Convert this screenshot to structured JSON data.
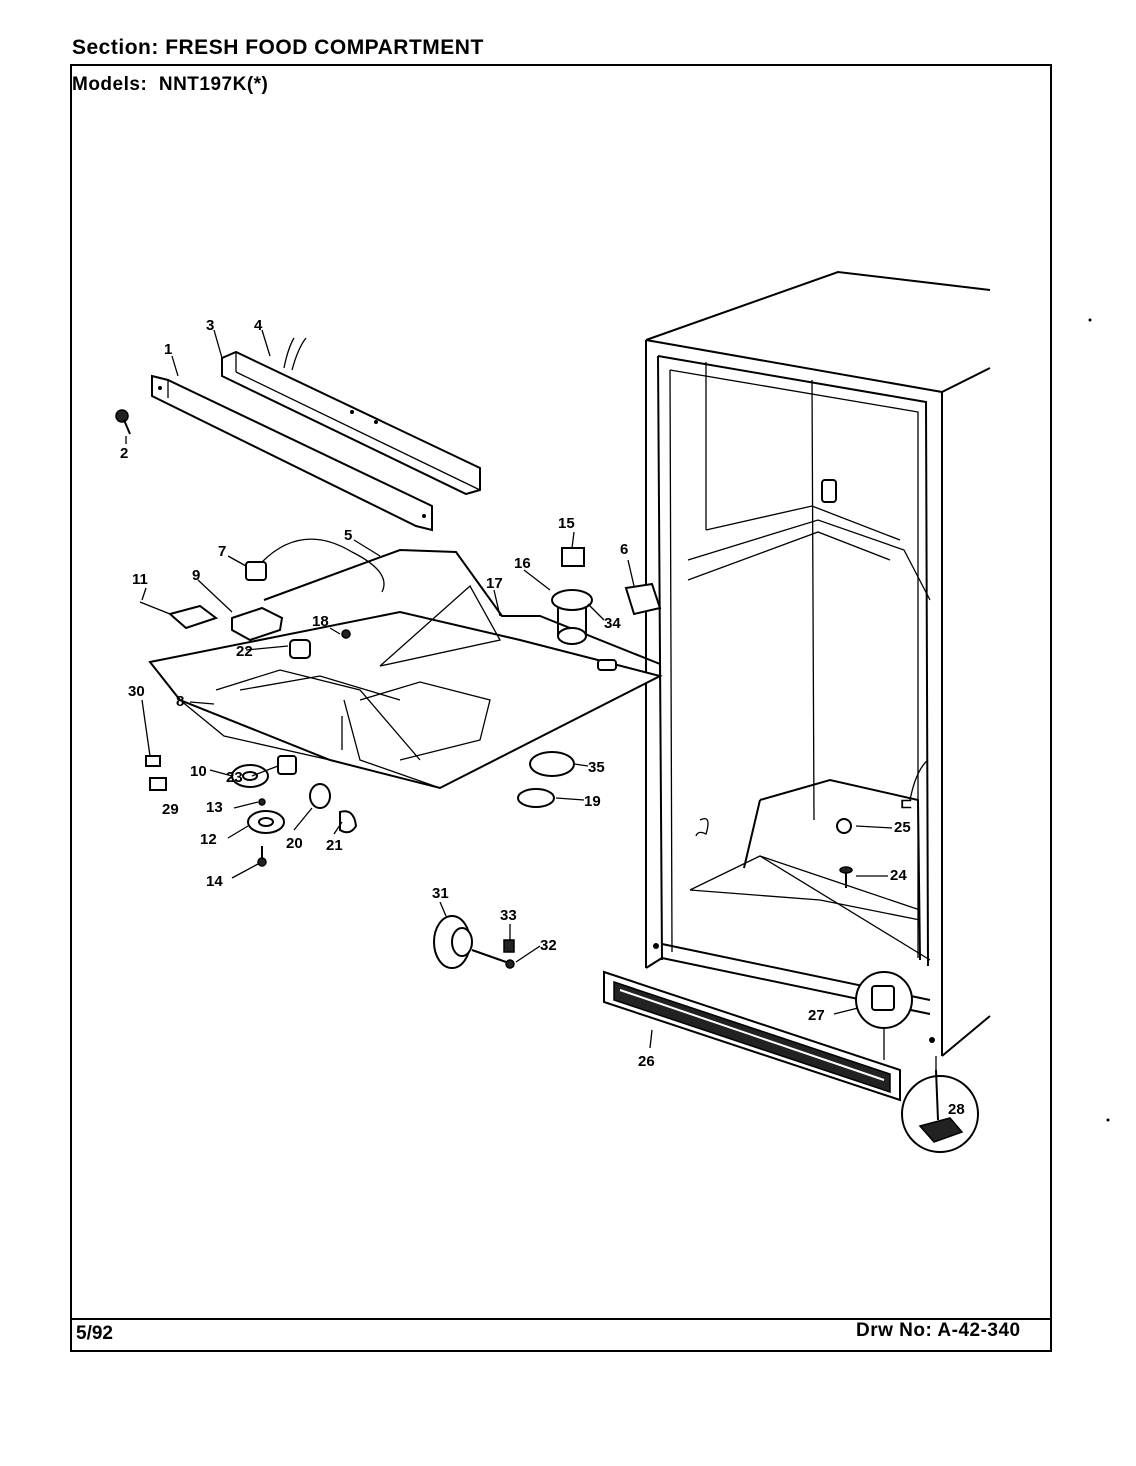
{
  "header": {
    "section_label": "Section:",
    "section_value": "FRESH FOOD COMPARTMENT",
    "models_label": "Models:",
    "models_value": "NNT197K(*)"
  },
  "footer": {
    "date": "5/92",
    "drawing_label": "Drw No:",
    "drawing_number": "A-42-340"
  },
  "callouts": [
    "1",
    "2",
    "3",
    "4",
    "5",
    "6",
    "7",
    "8",
    "9",
    "10",
    "11",
    "12",
    "13",
    "14",
    "15",
    "16",
    "17",
    "18",
    "19",
    "20",
    "21",
    "22",
    "23",
    "24",
    "25",
    "26",
    "27",
    "28",
    "29",
    "30",
    "31",
    "32",
    "33",
    "34",
    "35"
  ]
}
